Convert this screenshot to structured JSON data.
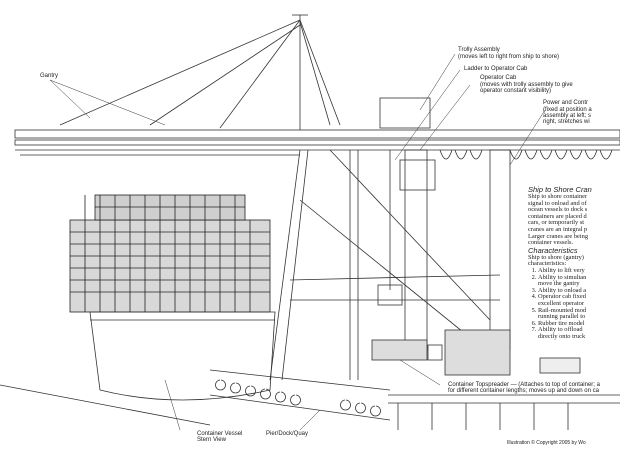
{
  "labels": {
    "gantry": "Gantry",
    "trolly_title": "Trolly Assembly",
    "trolly_desc": "(moves left to right from ship to shore)",
    "ladder": "Ladder to Operator Cab",
    "cab_title": "Operator Cab",
    "cab_desc1": "(moves with trolly assembly to give",
    "cab_desc2": "operator constant visibility)",
    "power_title": "Power and Contr",
    "power_desc1": "(fixed at position a",
    "power_desc2": "assembly at left; s",
    "power_desc3": "right, stretches wi",
    "vessel1": "Container Vessel",
    "vessel2": "Stern View",
    "pier": "Pier/Dock/Quay",
    "topspreader1": "Container Topspreader — (Attaches to top of container; a",
    "topspreader2": "for different container lengths; moves up and down on ca",
    "copyright": "Illustration © Copyright 2005 by Wo"
  },
  "panel": {
    "title": "Ship to Shore Cran",
    "intro": [
      "Ship to shore container",
      "signal to onload and of",
      "ocean vessels to dock s",
      "containers are placed d",
      "cars, or temporarily st",
      "cranes are an integral p",
      "Larger cranes are being",
      "container vessels."
    ],
    "subtitle": "Characteristics",
    "sub_intro": [
      "Ship to shore (gantry)",
      "characteristics:"
    ],
    "items": [
      "Ability to lift very",
      "Ability to simultan move the gantry",
      "Ability to onload a",
      "Operator cab fixed excellent operator",
      "Rail-mounted mod running parallel to",
      "Rubber tire model",
      "Ability to offload directly onto truck"
    ]
  }
}
